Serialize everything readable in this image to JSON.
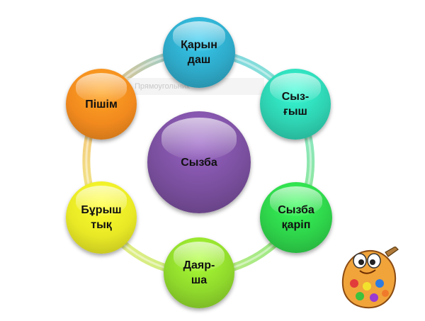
{
  "diagram": {
    "center": {
      "label": "Сызба",
      "color": "#7a4f9e"
    },
    "nodes": [
      {
        "id": "node-karyndash",
        "label": "Қарын\nдаш",
        "color": "#2ea9c8",
        "ring": "#7fd3e4"
      },
      {
        "id": "node-syzgysh",
        "label": "Сыз-\nғыш",
        "color": "#2ed2b2",
        "ring": "#8ae6d2"
      },
      {
        "id": "node-syzba-karip",
        "label": "Сызба\nқаріп",
        "color": "#2ed24a",
        "ring": "#8fe88d"
      },
      {
        "id": "node-dayarsha",
        "label": "Даяр-\nша",
        "color": "#8fd82c",
        "ring": "#c4ec7d"
      },
      {
        "id": "node-buryshtyk",
        "label": "Бұрыш\nтық",
        "color": "#e8e826",
        "ring": "#eeee88"
      },
      {
        "id": "node-pishim",
        "label": "Пішім",
        "color": "#f28a1e",
        "ring": "#f7c07a"
      }
    ],
    "ghost_label": "Прямоугольник"
  },
  "mascot": {
    "icon": "palette-mascot-icon"
  }
}
